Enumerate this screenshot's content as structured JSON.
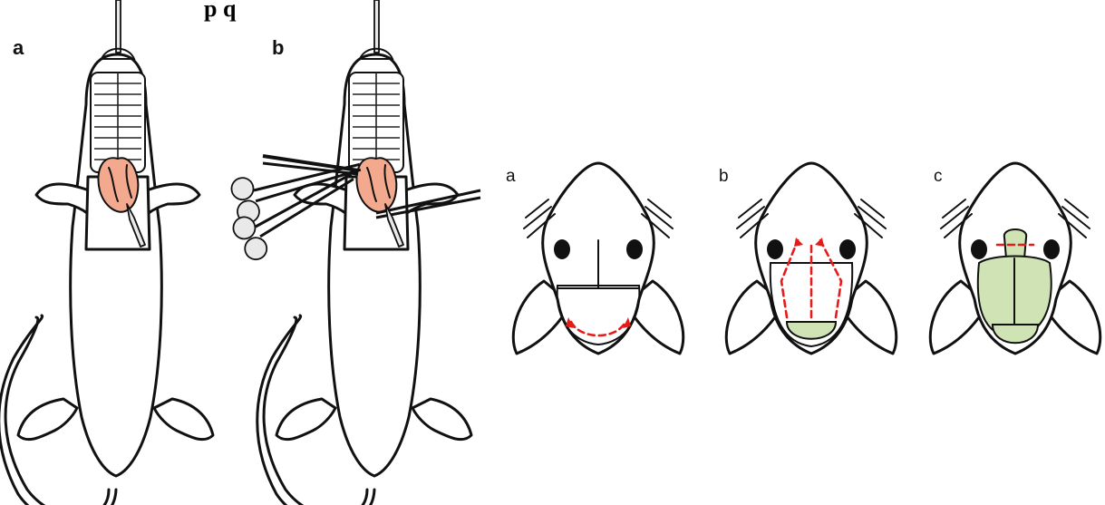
{
  "figure": {
    "top_fragment": "p q",
    "left_panels": {
      "a": "a",
      "b": "b"
    },
    "right_panels": {
      "a": "a",
      "b": "b",
      "c": "c"
    }
  },
  "colors": {
    "heart": "#f3a98d",
    "brain": "#cfe3b5",
    "cut_line": "#e31b1b",
    "outline": "#111111"
  }
}
